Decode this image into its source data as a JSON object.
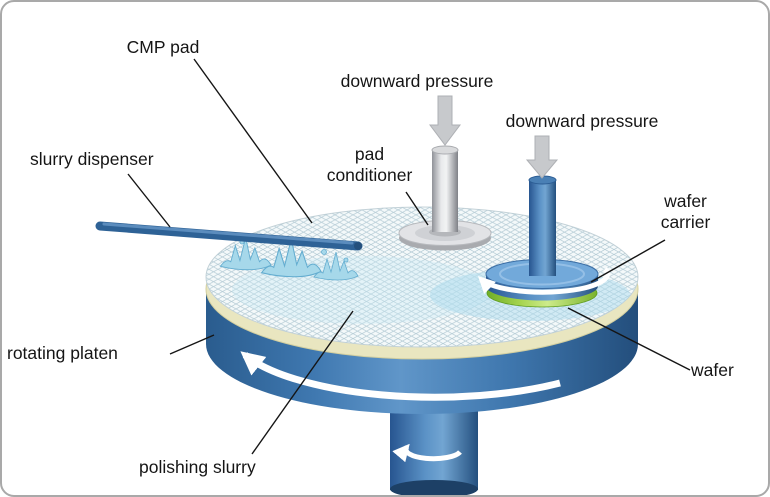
{
  "figure": {
    "name": "CMP polishing process diagram",
    "labels": {
      "cmp_pad": "CMP pad",
      "downward_pressure_left": "downward pressure",
      "downward_pressure_right": "downward pressure",
      "pad_conditioner_line1": "pad",
      "pad_conditioner_line2": "conditioner",
      "slurry_dispenser": "slurry dispenser",
      "wafer_carrier_line1": "wafer",
      "wafer_carrier_line2": "carrier",
      "rotating_platen": "rotating platen",
      "wafer": "wafer",
      "polishing_slurry": "polishing slurry"
    },
    "colors": {
      "platen_blue": "#3f77ae",
      "platen_blue_dark": "#24507f",
      "pad_surface": "#f4f9fa",
      "pad_hatch": "#b3cad4",
      "pad_rim_cream": "#e9e6c0",
      "wafer_green": "#a6d44e",
      "conditioner_gray": "#d9dadc",
      "slurry_blue": "#a6d8ea",
      "pressure_arrow_gray": "#c7c9cc",
      "rotation_arrow_white": "#ffffff",
      "label_text": "#151515"
    }
  }
}
